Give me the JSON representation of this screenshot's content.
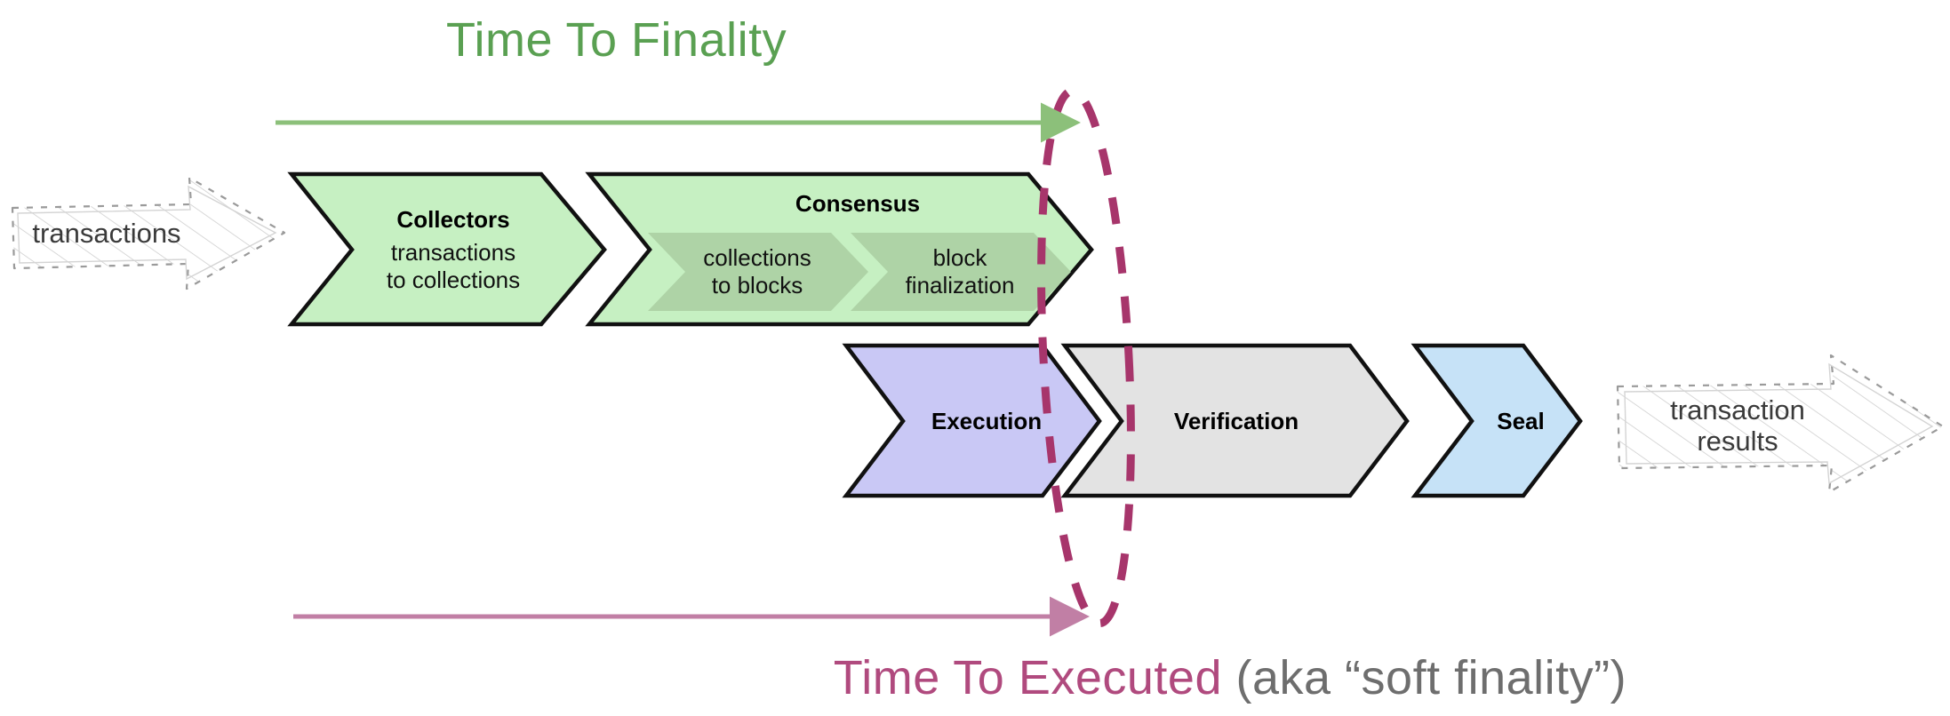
{
  "diagram": {
    "title_top": "Time To Finality",
    "title_bottom_strong": "Time To Executed",
    "title_bottom_rest": " (aka “soft finality”)",
    "colors": {
      "finality_green": "#5aa052",
      "executed_maroon": "#b04a7e",
      "soft_gray": "#6e6e6e",
      "arrow_green": "#8cc07a",
      "arrow_maroon": "#c17fa5",
      "ellipse_dashed": "#a7356b",
      "chevron_green_fill": "#c6f0c2",
      "chevron_green_inner_fill": "#aed3a6",
      "chevron_execution_fill": "#c9c8f5",
      "chevron_verification_fill": "#e3e3e3",
      "chevron_seal_fill": "#c6e2f7",
      "chevron_stroke": "#111111",
      "sketch_stroke": "#9a9a9a"
    },
    "input_arrow": {
      "label": "transactions"
    },
    "output_arrow": {
      "label_line1": "transaction",
      "label_line2": "results"
    },
    "top_row": [
      {
        "name": "collectors",
        "heading": "Collectors",
        "sub_line1": "transactions",
        "sub_line2": "to collections"
      },
      {
        "name": "consensus",
        "heading": "Consensus",
        "inner": [
          {
            "name": "collections-to-blocks",
            "line1": "collections",
            "line2": "to blocks"
          },
          {
            "name": "block-finalization",
            "line1": "block",
            "line2": "finalization"
          }
        ]
      }
    ],
    "bottom_row": [
      {
        "name": "execution",
        "heading": "Execution"
      },
      {
        "name": "verification",
        "heading": "Verification"
      },
      {
        "name": "seal",
        "heading": "Seal"
      }
    ]
  }
}
